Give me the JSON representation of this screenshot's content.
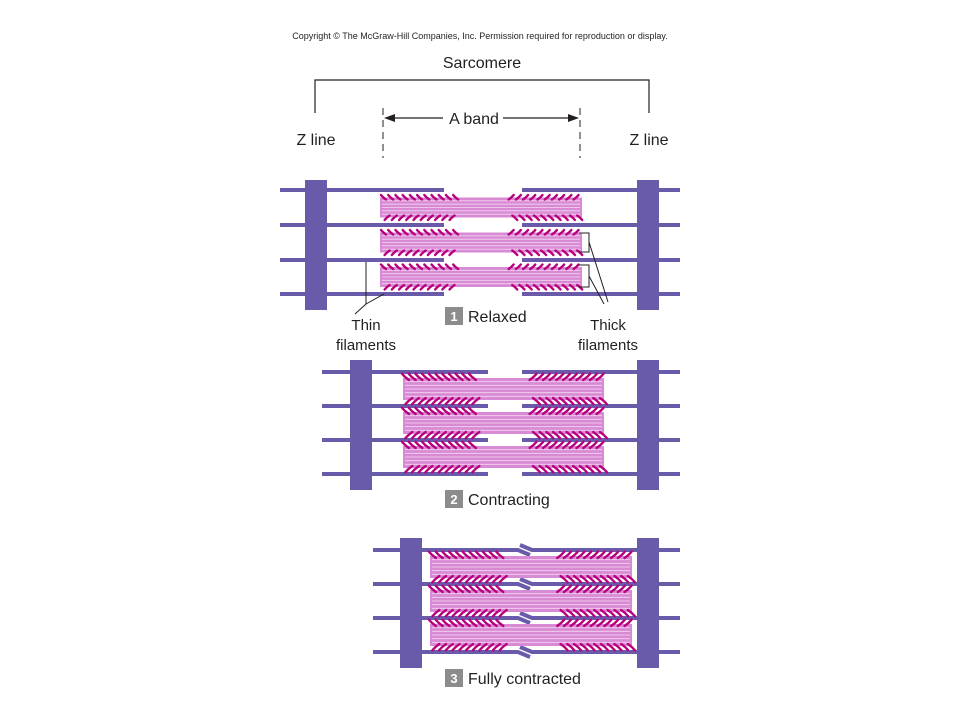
{
  "copyright": "Copyright © The McGraw-Hill Companies, Inc. Permission required for reproduction or display.",
  "labels": {
    "sarcomere": "Sarcomere",
    "a_band": "A band",
    "z_line_left": "Z line",
    "z_line_right": "Z line",
    "thin_line1": "Thin",
    "thin_line2": "filaments",
    "thick_line1": "Thick",
    "thick_line2": "filaments"
  },
  "stages": [
    {
      "number": "1",
      "label": "Relaxed"
    },
    {
      "number": "2",
      "label": "Contracting"
    },
    {
      "number": "3",
      "label": "Fully contracted"
    }
  ],
  "colors": {
    "z_line": "#6a5aaa",
    "thin_filament": "#6a5aaa",
    "thick_filament": "#d98ad4",
    "thick_stripe": "#f4d6f1",
    "myosin_head": "#b8007e",
    "badge": "#8c8c8c",
    "text": "#231f20"
  }
}
